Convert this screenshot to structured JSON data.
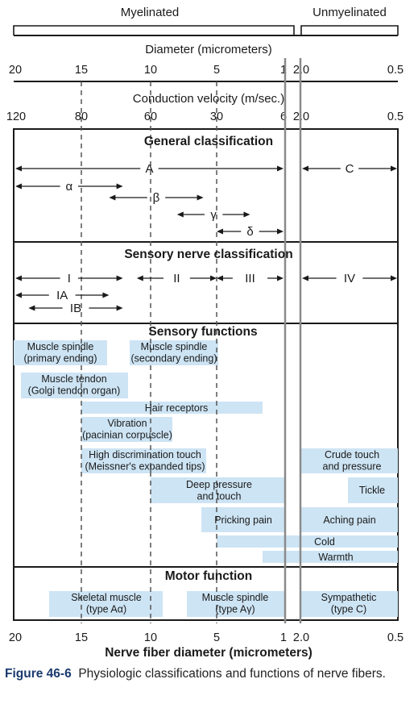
{
  "groups": {
    "myelinated": "Myelinated",
    "unmyelinated": "Unmyelinated"
  },
  "scales": {
    "diameter_title": "Diameter (micrometers)",
    "diameter_ticks_myelinated": [
      "20",
      "15",
      "10",
      "5",
      "1"
    ],
    "diameter_ticks_unmyelinated": [
      "2.0",
      "0.5"
    ],
    "velocity_title": "Conduction velocity (m/sec.)",
    "velocity_ticks_myelinated": [
      "120",
      "80",
      "60",
      "30",
      "6"
    ],
    "velocity_ticks_unmyelinated": [
      "2.0",
      "0.5"
    ],
    "bottom_title": "Nerve fiber diameter (micrometers)"
  },
  "sections": {
    "general": "General classification",
    "sensory_class": "Sensory nerve classification",
    "sensory_functions": "Sensory functions",
    "motor": "Motor function"
  },
  "general_fibers": [
    {
      "label": "A",
      "from": 20,
      "to": 1,
      "side": "myelinated"
    },
    {
      "label": "α",
      "from": 20,
      "to": 12,
      "side": "myelinated"
    },
    {
      "label": "β",
      "from": 13,
      "to": 6,
      "side": "myelinated"
    },
    {
      "label": "γ",
      "from": 8,
      "to": 3,
      "side": "myelinated"
    },
    {
      "label": "δ",
      "from": 5,
      "to": 1,
      "side": "myelinated"
    },
    {
      "label": "C",
      "from": 2.0,
      "to": 0.5,
      "side": "unmyelinated"
    }
  ],
  "sensory_fibers": [
    {
      "label": "I",
      "from": 20,
      "to": 12,
      "side": "myelinated"
    },
    {
      "label": "II",
      "from": 11,
      "to": 5,
      "side": "myelinated"
    },
    {
      "label": "III",
      "from": 5,
      "to": 1,
      "side": "myelinated"
    },
    {
      "label": "IV",
      "from": 2.0,
      "to": 0.5,
      "side": "unmyelinated"
    },
    {
      "label": "IA",
      "from": 20,
      "to": 13,
      "side": "myelinated"
    },
    {
      "label": "IB",
      "from": 19,
      "to": 12,
      "side": "myelinated"
    }
  ],
  "sensory_functions": [
    {
      "lines": [
        "Muscle spindle",
        "(primary ending)"
      ]
    },
    {
      "lines": [
        "Muscle spindle",
        "(secondary ending)"
      ]
    },
    {
      "lines": [
        "Muscle tendon",
        "(Golgi tendon organ)"
      ]
    },
    {
      "lines": [
        "Hair receptors"
      ]
    },
    {
      "lines": [
        "Vibration",
        "(pacinian corpuscle)"
      ]
    },
    {
      "lines": [
        "High discrimination touch",
        "(Meissner's expanded tips)"
      ]
    },
    {
      "lines": [
        "Crude touch",
        "and pressure"
      ]
    },
    {
      "lines": [
        "Deep pressure",
        "and touch"
      ]
    },
    {
      "lines": [
        "Tickle"
      ]
    },
    {
      "lines": [
        "Pricking pain"
      ]
    },
    {
      "lines": [
        "Aching pain"
      ]
    },
    {
      "lines": [
        "Cold"
      ]
    },
    {
      "lines": [
        "Warmth"
      ]
    }
  ],
  "motor_functions": [
    {
      "lines": [
        "Skeletal muscle",
        "(type Aα)"
      ]
    },
    {
      "lines": [
        "Muscle spindle",
        "(type Aγ)"
      ]
    },
    {
      "lines": [
        "Sympathetic",
        "(type C)"
      ]
    }
  ],
  "caption": {
    "label": "Figure 46-6",
    "text": "Physiologic classifications and functions of nerve fibers."
  },
  "colors": {
    "box_fill": "#cde4f4",
    "line": "#1a1a1a",
    "guide": "#555555",
    "separator": "#888888"
  }
}
